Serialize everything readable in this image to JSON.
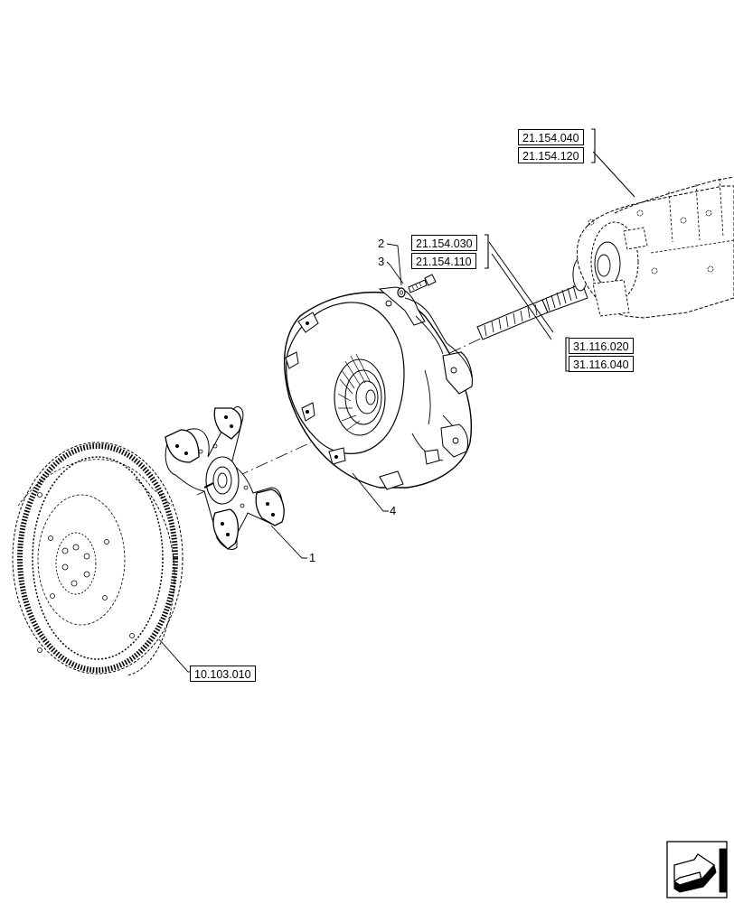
{
  "references": {
    "gearbox_1": "21.154.040",
    "gearbox_2": "21.154.120",
    "shaft_1": "21.154.030",
    "shaft_2": "21.154.110",
    "input_1": "31.116.020",
    "input_2": "31.116.040",
    "flywheel": "10.103.010"
  },
  "callouts": {
    "c1": "1",
    "c2": "2",
    "c3": "3",
    "c4": "4"
  },
  "nav_icon": "arrow-icon"
}
